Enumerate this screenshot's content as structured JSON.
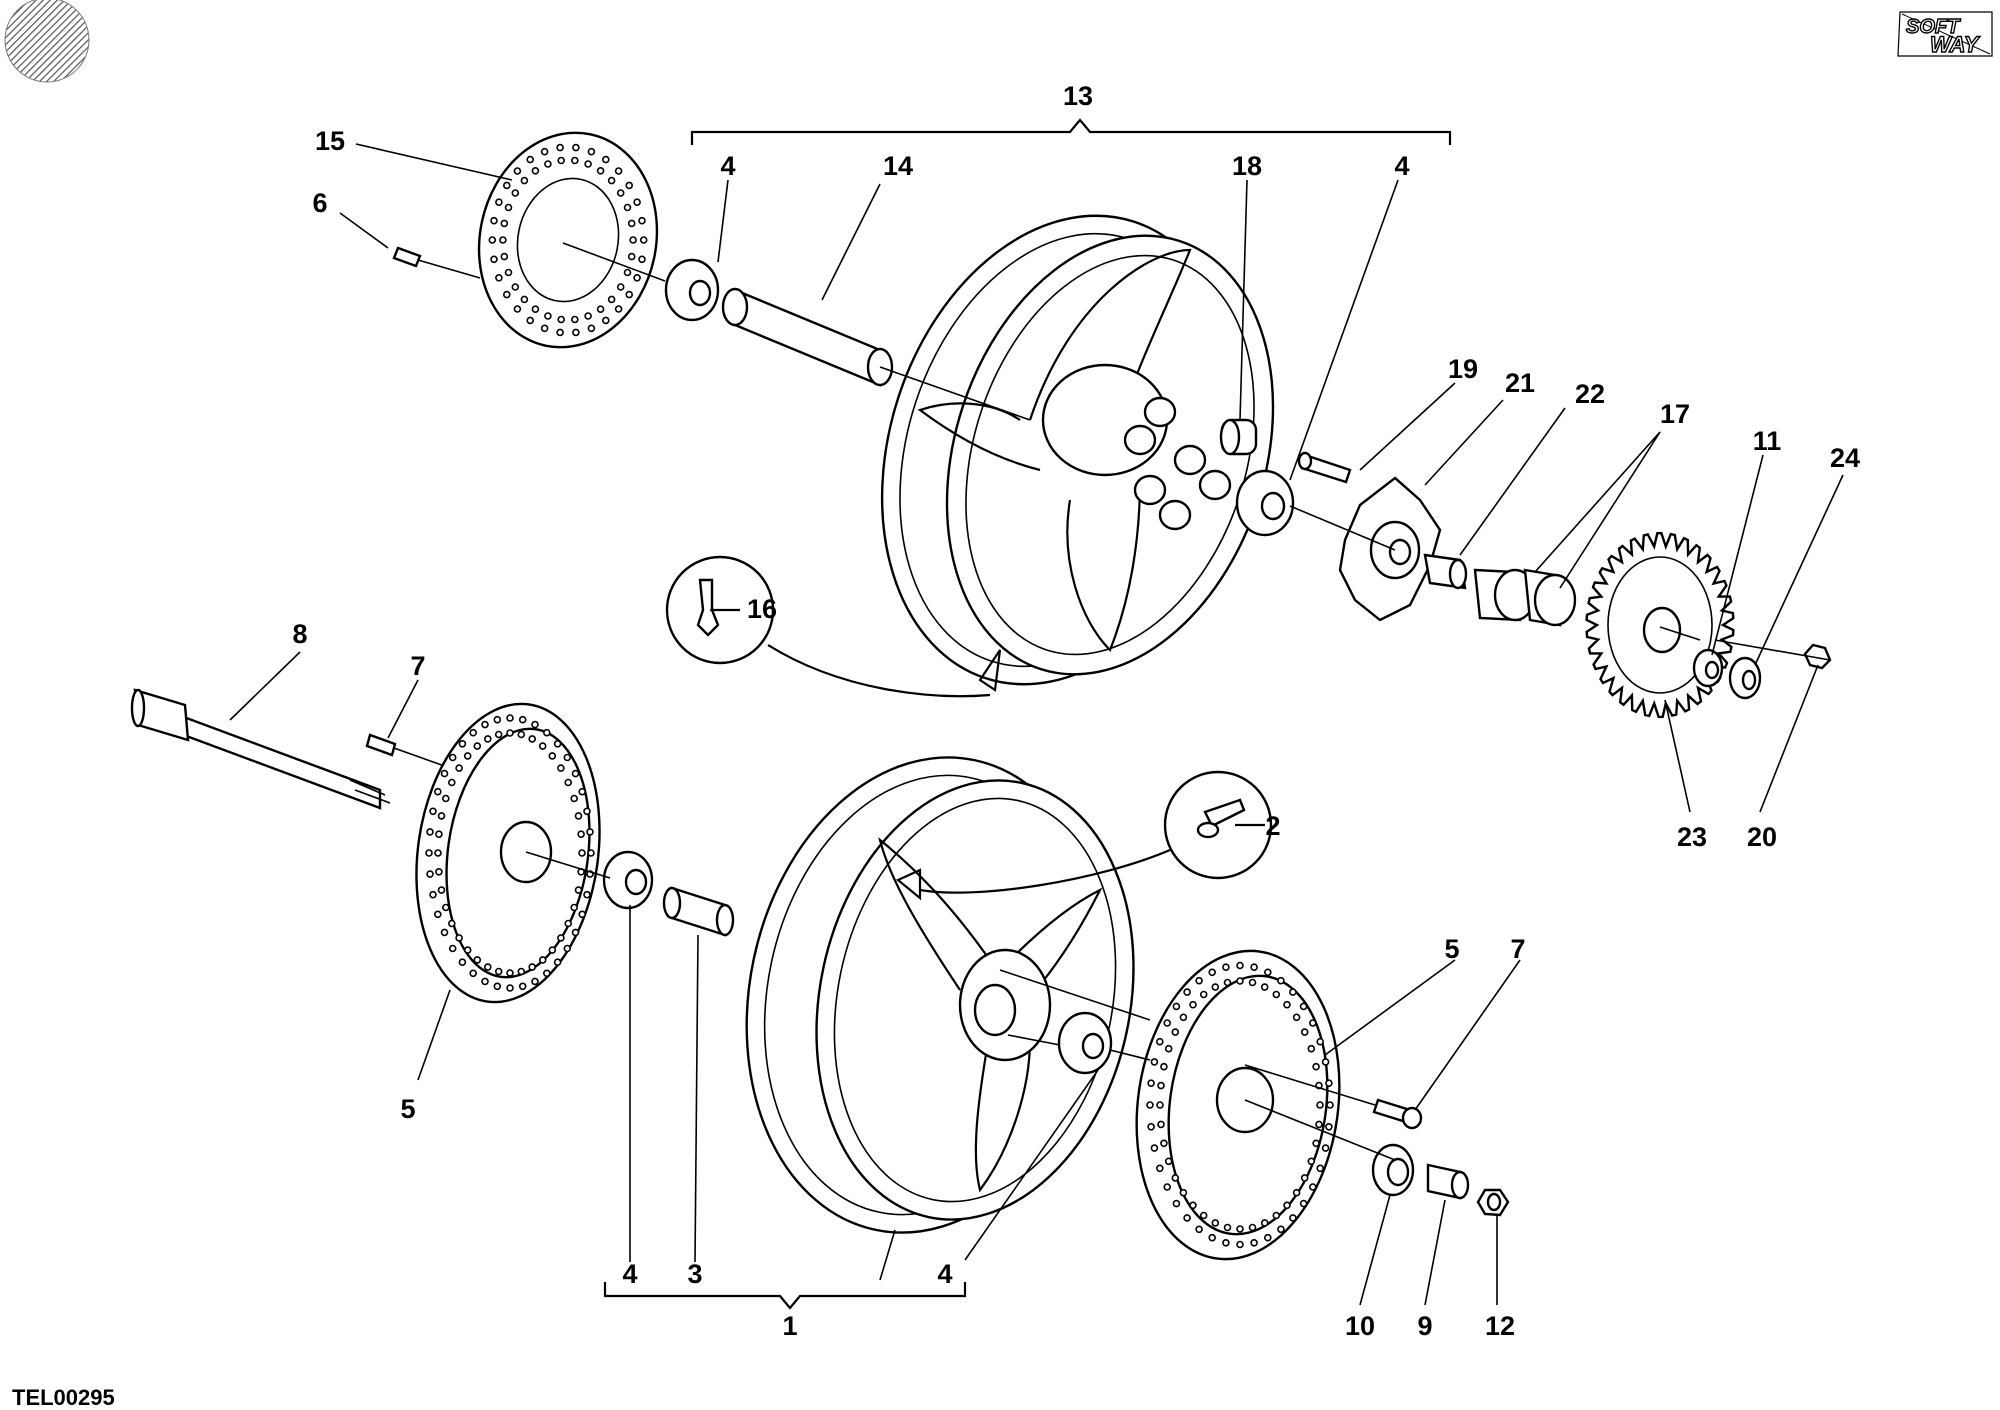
{
  "drawing_code": "TEL00295",
  "logo": {
    "line1": "SOFT",
    "line2": "WAY"
  },
  "callouts": [
    {
      "id": "c1",
      "text": "1"
    },
    {
      "id": "c2",
      "text": "2"
    },
    {
      "id": "c3",
      "text": "3"
    },
    {
      "id": "c4a",
      "text": "4"
    },
    {
      "id": "c4b",
      "text": "4"
    },
    {
      "id": "c4c",
      "text": "4"
    },
    {
      "id": "c4d",
      "text": "4"
    },
    {
      "id": "c5a",
      "text": "5"
    },
    {
      "id": "c5b",
      "text": "5"
    },
    {
      "id": "c6",
      "text": "6"
    },
    {
      "id": "c7a",
      "text": "7"
    },
    {
      "id": "c7b",
      "text": "7"
    },
    {
      "id": "c8",
      "text": "8"
    },
    {
      "id": "c9",
      "text": "9"
    },
    {
      "id": "c10",
      "text": "10"
    },
    {
      "id": "c11",
      "text": "11"
    },
    {
      "id": "c12",
      "text": "12"
    },
    {
      "id": "c13",
      "text": "13"
    },
    {
      "id": "c14",
      "text": "14"
    },
    {
      "id": "c15",
      "text": "15"
    },
    {
      "id": "c16",
      "text": "16"
    },
    {
      "id": "c17",
      "text": "17"
    },
    {
      "id": "c18",
      "text": "18"
    },
    {
      "id": "c19",
      "text": "19"
    },
    {
      "id": "c20",
      "text": "20"
    },
    {
      "id": "c21",
      "text": "21"
    },
    {
      "id": "c22",
      "text": "22"
    },
    {
      "id": "c23",
      "text": "23"
    },
    {
      "id": "c24",
      "text": "24"
    }
  ]
}
